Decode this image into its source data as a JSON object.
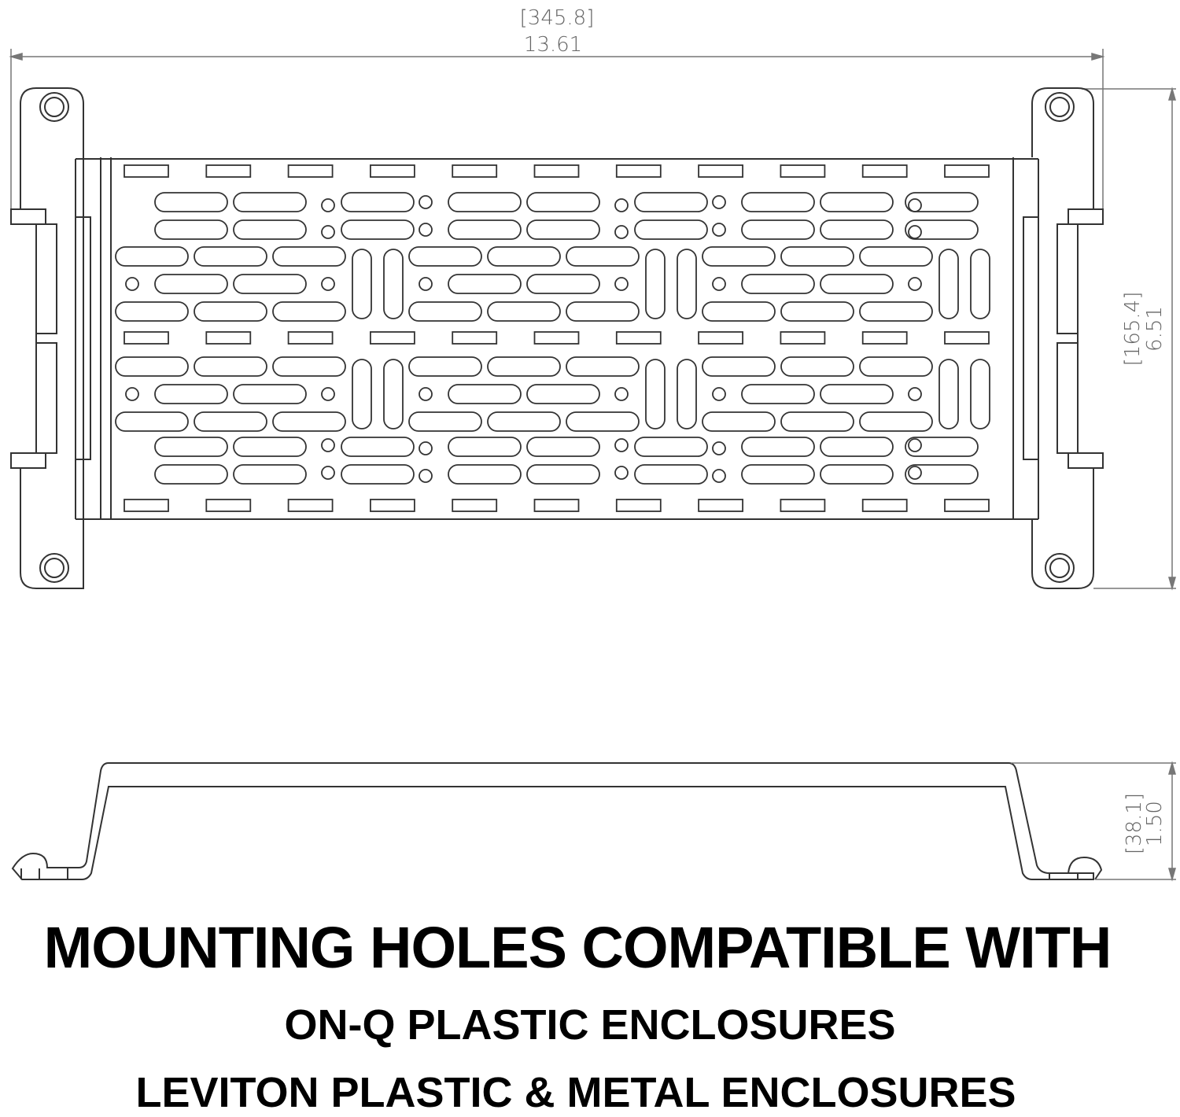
{
  "drawing": {
    "stroke_color": "#333333",
    "dim_color": "#666666",
    "top_view": {
      "width_dim": {
        "metric": "345.8",
        "imperial": "13.61"
      },
      "height_dim": {
        "metric": "165.4",
        "imperial": "6.51"
      },
      "mounting_holes": 4,
      "rect_slot_columns": 11,
      "rect_slot_rows": 3
    },
    "side_view": {
      "height_dim": {
        "metric": "38.1",
        "imperial": "1.50"
      }
    }
  },
  "captions": {
    "title": "MOUNTING HOLES COMPATIBLE WITH",
    "line1": "ON-Q PLASTIC ENCLOSURES",
    "line2": "LEVITON PLASTIC & METAL ENCLOSURES"
  }
}
